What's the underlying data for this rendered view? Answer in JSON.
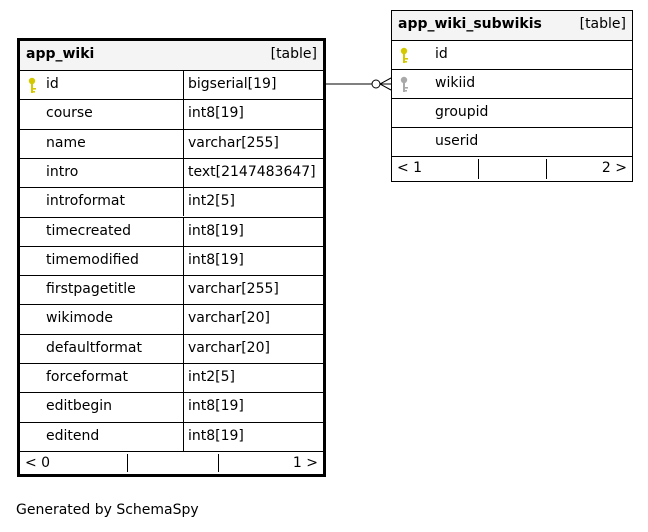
{
  "tables": {
    "wiki": {
      "name": "app_wiki",
      "kind": "[table]",
      "columns": [
        {
          "name": "id",
          "type": "bigserial[19]",
          "key": "primary"
        },
        {
          "name": "course",
          "type": "int8[19]",
          "key": ""
        },
        {
          "name": "name",
          "type": "varchar[255]",
          "key": ""
        },
        {
          "name": "intro",
          "type": "text[2147483647]",
          "key": ""
        },
        {
          "name": "introformat",
          "type": "int2[5]",
          "key": ""
        },
        {
          "name": "timecreated",
          "type": "int8[19]",
          "key": ""
        },
        {
          "name": "timemodified",
          "type": "int8[19]",
          "key": ""
        },
        {
          "name": "firstpagetitle",
          "type": "varchar[255]",
          "key": ""
        },
        {
          "name": "wikimode",
          "type": "varchar[20]",
          "key": ""
        },
        {
          "name": "defaultformat",
          "type": "varchar[20]",
          "key": ""
        },
        {
          "name": "forceformat",
          "type": "int2[5]",
          "key": ""
        },
        {
          "name": "editbegin",
          "type": "int8[19]",
          "key": ""
        },
        {
          "name": "editend",
          "type": "int8[19]",
          "key": ""
        }
      ],
      "footer": {
        "parents": "< 0",
        "children": "1 >"
      }
    },
    "subwikis": {
      "name": "app_wiki_subwikis",
      "kind": "[table]",
      "columns": [
        {
          "name": "id",
          "key": "primary"
        },
        {
          "name": "wikiid",
          "key": "foreign"
        },
        {
          "name": "groupid",
          "key": ""
        },
        {
          "name": "userid",
          "key": ""
        }
      ],
      "footer": {
        "parents": "< 1",
        "children": "2 >"
      }
    }
  },
  "colors": {
    "primary_key": "#d4c800",
    "foreign_key": "#a9a9a9",
    "header_bg": "#f4f4f4"
  },
  "caption": "Generated by SchemaSpy"
}
